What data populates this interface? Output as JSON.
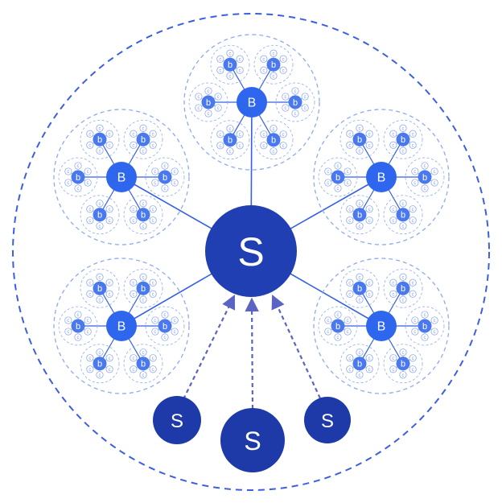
{
  "labels": {
    "central": "S",
    "satellites": [
      "S",
      "S",
      "S"
    ],
    "hub": "B",
    "mid": "b",
    "leaf": "c"
  },
  "counts": {
    "hubs": 5,
    "mid_per_hub": 6,
    "leaf_per_mid": 6,
    "incoming_satellites": 3
  },
  "colors": {
    "background": "#ffffff",
    "outer_ring": "#3b5fe0",
    "central": "#1f3fb3",
    "satellite": "#1e3aa8",
    "hub": "#2f66ee",
    "mid": "#4a78ee",
    "leaf_stroke": "#7f9df0",
    "link": "#3560e6",
    "dashed_ring": "#8eaaf0",
    "arrow": "#5b64c4",
    "label": "#ffffff"
  }
}
